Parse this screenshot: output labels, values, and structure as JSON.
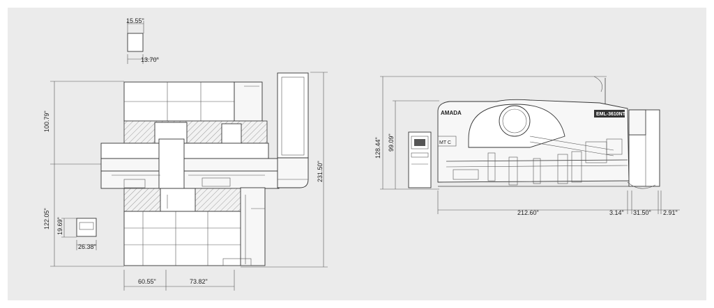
{
  "dimensions": {
    "top_width": "15.55\"",
    "top_depth": "13.70\"",
    "upper_height": "100.79\"",
    "lower_height": "122.05\"",
    "small_height": "19.69\"",
    "small_width": "26.38\"",
    "base_left": "60.55\"",
    "base_right": "73.82\"",
    "total_depth": "231.50\"",
    "side_height_top": "128.44\"",
    "side_height": "99.09\"",
    "side_length": "212.60\"",
    "seg1": "3.14\"",
    "seg2": "31.50\"",
    "seg3": "2.91\""
  },
  "labels": {
    "brand": "AMADA",
    "model": "EML-3610NT"
  },
  "colors": {
    "background": "#ebebeb",
    "line": "#333333"
  }
}
